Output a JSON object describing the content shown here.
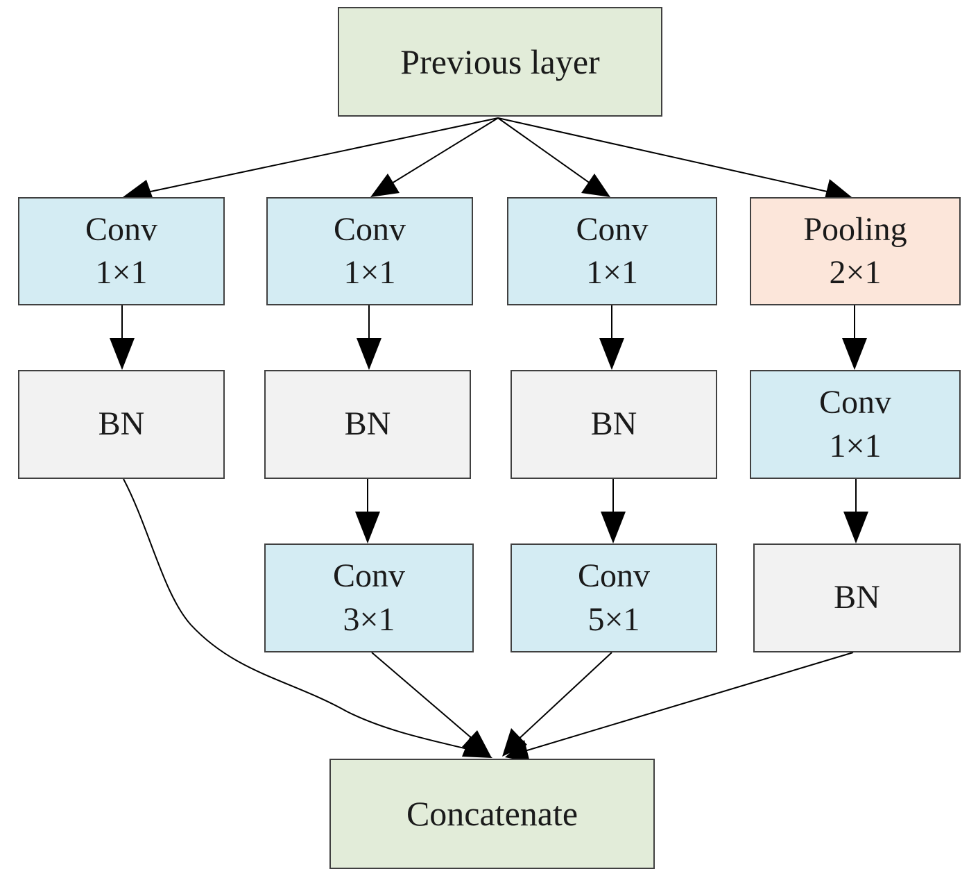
{
  "nodes": {
    "previous": {
      "line1": "Previous layer"
    },
    "conv_a1": {
      "line1": "Conv",
      "line2": "1×1"
    },
    "conv_b1": {
      "line1": "Conv",
      "line2": "1×1"
    },
    "conv_c1": {
      "line1": "Conv",
      "line2": "1×1"
    },
    "pool_d1": {
      "line1": "Pooling",
      "line2": "2×1"
    },
    "bn_a": {
      "line1": "BN"
    },
    "bn_b": {
      "line1": "BN"
    },
    "bn_c": {
      "line1": "BN"
    },
    "conv_d2": {
      "line1": "Conv",
      "line2": "1×1"
    },
    "conv_b3": {
      "line1": "Conv",
      "line2": "3×1"
    },
    "conv_c3": {
      "line1": "Conv",
      "line2": "5×1"
    },
    "bn_d": {
      "line1": "BN"
    },
    "concat": {
      "line1": "Concatenate"
    }
  },
  "colors": {
    "io": "#e2ecd9",
    "conv": "#d4ecf3",
    "bn": "#f2f2f2",
    "pool": "#fce6da",
    "stroke": "#404040"
  }
}
